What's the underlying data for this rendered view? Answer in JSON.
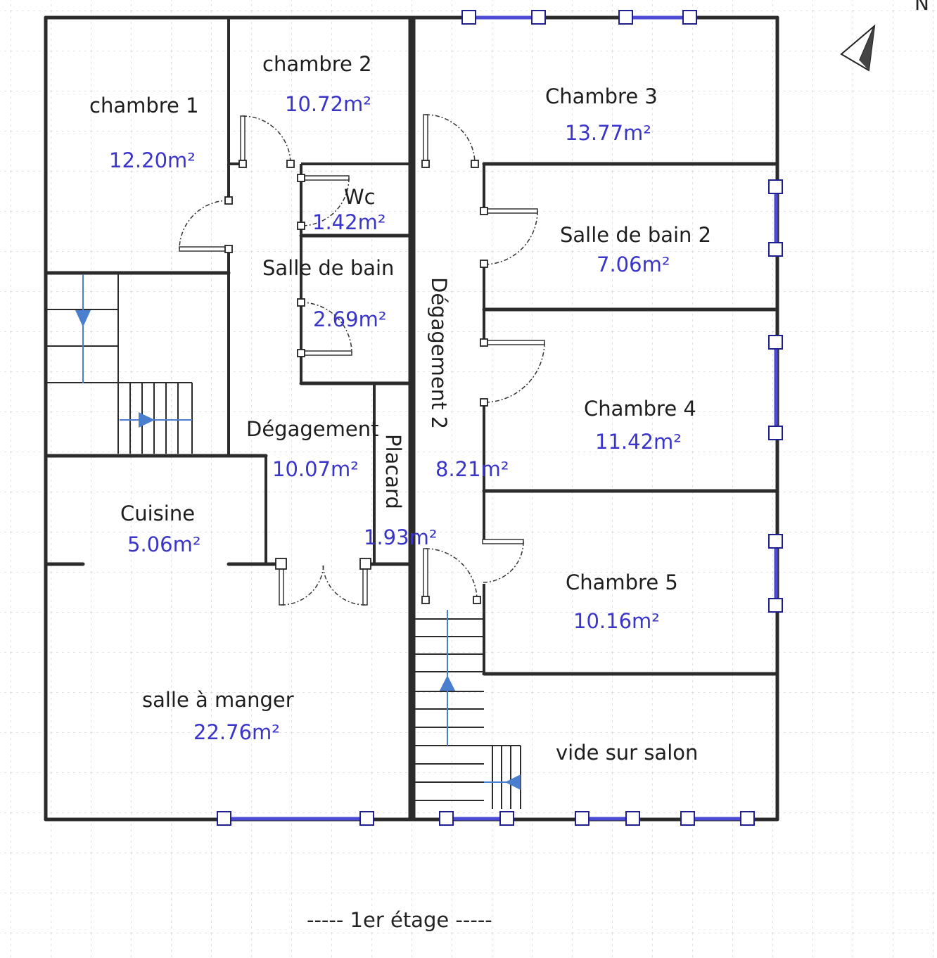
{
  "floor": {
    "caption": "----- 1er étage -----",
    "north_label": "N"
  },
  "rooms": {
    "chambre1": {
      "name": "chambre 1",
      "area": "12.20m²"
    },
    "chambre2": {
      "name": "chambre 2",
      "area": "10.72m²"
    },
    "chambre3": {
      "name": "Chambre 3",
      "area": "13.77m²"
    },
    "wc": {
      "name": "Wc",
      "area": "1.42m²"
    },
    "salle_de_bain": {
      "name": "Salle de bain",
      "area": "2.69m²"
    },
    "salle_de_bain2": {
      "name": "Salle de bain 2",
      "area": "7.06m²"
    },
    "degagement": {
      "name": "Dégagement",
      "area": "10.07m²"
    },
    "degagement2": {
      "name": "Dégagement 2",
      "area": "8.21m²"
    },
    "placard": {
      "name": "Placard",
      "area": "1.93m²"
    },
    "chambre4": {
      "name": "Chambre 4",
      "area": "11.42m²"
    },
    "cuisine": {
      "name": "Cuisine",
      "area": "5.06m²"
    },
    "chambre5": {
      "name": "Chambre 5",
      "area": "10.16m²"
    },
    "salle_a_manger": {
      "name": "salle à manger",
      "area": "22.76m²"
    },
    "vide_sur_salon": {
      "name": "vide sur salon",
      "area": ""
    }
  },
  "colors": {
    "wall": "#2b2b2b",
    "area_text": "#3a34c8",
    "window": "#4b4bd6",
    "stair_arrow": "#4a7fd0",
    "grid_dot": "#bdbdbd"
  },
  "icons": [
    "north-arrow-icon",
    "stair-arrow-icon"
  ]
}
